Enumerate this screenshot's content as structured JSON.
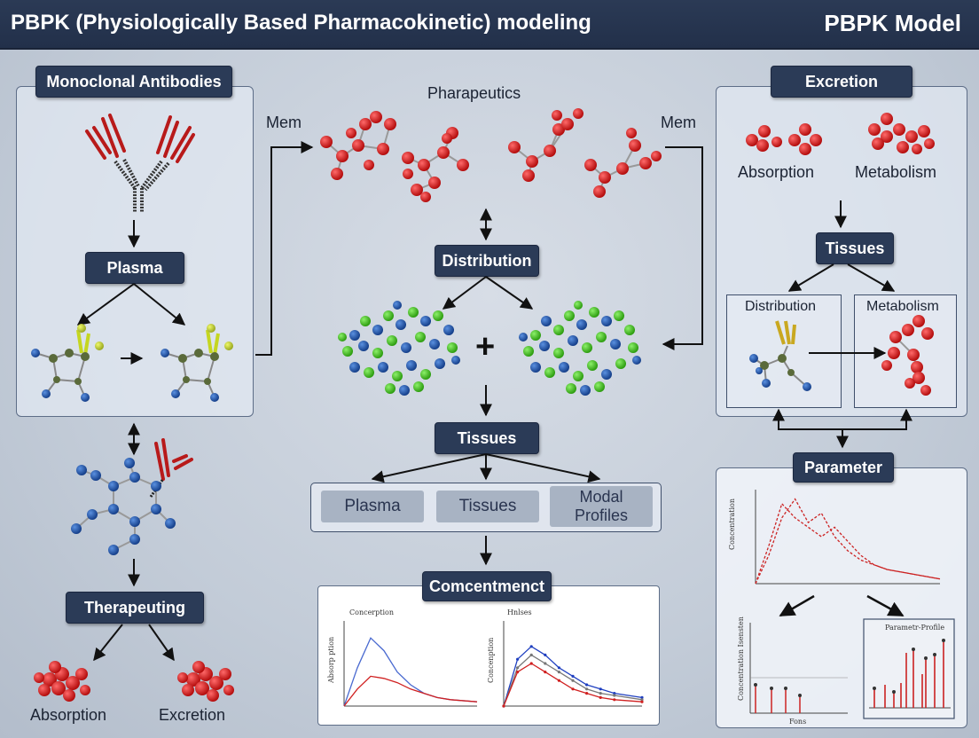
{
  "header": {
    "title": "PBPK (Physiologically Based Pharmacokinetic) modeling",
    "brand": "PBPK Model"
  },
  "left": {
    "panel_title": "Monoclonal Antibodies",
    "plasma": "Plasma",
    "therapeuting": "Therapeuting",
    "absorption": "Absorption",
    "excretion": "Excretion"
  },
  "center": {
    "pharapeutics": "Pharapeutics",
    "mem_left": "Mem",
    "mem_right": "Mem",
    "distribution": "Distribution",
    "plus": "+",
    "tissues": "Tissues",
    "sub_plasma": "Plasma",
    "sub_tissues": "Tissues",
    "sub_modal": "Modal\nProfiles",
    "concentment": "Comcentmenct",
    "chart_left_title": "Concerption",
    "chart_left_ylabel": "Absorp ption",
    "chart_right_title": "Hnlses",
    "chart_right_ylabel": "Concenption"
  },
  "right": {
    "excretion": "Excretion",
    "absorption": "Absorption",
    "metabolism": "Metabolism",
    "tissues": "Tissues",
    "distribution": "Distribution",
    "metabolism2": "Metabolism",
    "parameter": "Parameter",
    "chart_ylabel": "Concentration",
    "bars_ylabel": "Concentration Isensten",
    "bars_xlabel": "Fons",
    "profile_title": "Parametr-Profile"
  },
  "chart_data": [
    {
      "type": "line",
      "title": "Concerption",
      "ylabel": "Absorp ption",
      "x": [
        0,
        0.5,
        1,
        1.5,
        2,
        2.5,
        3,
        3.5,
        4,
        5
      ],
      "series": [
        {
          "values": [
            0,
            9,
            16,
            13,
            8,
            5,
            3,
            2,
            1.5,
            1
          ]
        },
        {
          "values": [
            0,
            4,
            7,
            6.5,
            5.5,
            4,
            3,
            2,
            1.5,
            1
          ]
        }
      ],
      "xlim": [
        0,
        5
      ],
      "ylim": [
        0,
        20
      ]
    },
    {
      "type": "line",
      "title": "Hnlses",
      "ylabel": "Concenption",
      "x": [
        0,
        0.5,
        1,
        1.5,
        2,
        2.5,
        3,
        3.5,
        4,
        5
      ],
      "series": [
        {
          "values": [
            0,
            11,
            14,
            12,
            9,
            7,
            5,
            4,
            3,
            2
          ]
        },
        {
          "values": [
            0,
            9,
            12,
            10,
            8,
            6,
            4,
            3,
            2.5,
            1.5
          ]
        },
        {
          "values": [
            0,
            8,
            10,
            8,
            6,
            4,
            3,
            2,
            1.5,
            1
          ]
        }
      ],
      "xlim": [
        0,
        5
      ],
      "ylim": [
        0,
        20
      ]
    },
    {
      "type": "line",
      "ylabel": "Concentration",
      "x": [
        0,
        10,
        20,
        30,
        40,
        50,
        60,
        70,
        80,
        90,
        100,
        120,
        140
      ],
      "series": [
        {
          "values": [
            0,
            6,
            14,
            18,
            13,
            15,
            10,
            7,
            5,
            4,
            3,
            2,
            1
          ]
        },
        {
          "values": [
            0,
            8,
            17,
            14,
            12,
            10,
            12,
            9,
            6,
            4,
            3,
            2,
            1
          ]
        }
      ],
      "xlim": [
        0,
        140
      ],
      "ylim": [
        0,
        20
      ]
    }
  ]
}
